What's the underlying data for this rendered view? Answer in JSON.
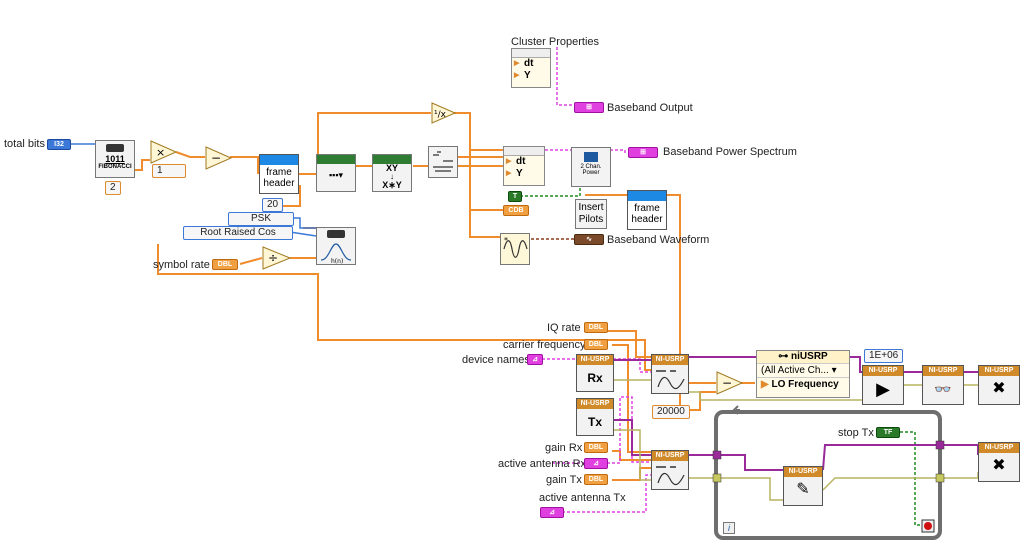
{
  "labels": {
    "total_bits": "total bits",
    "symbol_rate": "symbol rate",
    "cluster_properties": "Cluster Properties",
    "baseband_output": "Baseband Output",
    "baseband_power_spectrum": "Baseband Power Spectrum",
    "baseband_waveform": "Baseband Waveform",
    "iq_rate": "IQ rate",
    "carrier_frequency": "carrier frequency",
    "device_names": "device names",
    "gain_rx": "gain Rx",
    "active_antenna_rx": "active antenna Rx",
    "gain_tx": "gain Tx",
    "active_antenna_tx": "active antenna Tx",
    "stop_tx": "stop Tx"
  },
  "terminals": {
    "i32": "I32",
    "dbl": "DBL",
    "cdb": "CDB",
    "tf": "TF",
    "bool_t": "T"
  },
  "constants": {
    "two": "2",
    "one": "1",
    "twenty": "20",
    "psk": "PSK",
    "root_raised_cos": "Root Raised Cos",
    "twenty_thousand": "20000",
    "one_e6": "1E+06"
  },
  "nodes": {
    "fibonacci_top": "1011",
    "fibonacci_bottom": "FIBONACCI",
    "frame_header_1": "frame\nheader",
    "frame_header_2": "frame\nheader",
    "recip": "¹/x",
    "xy_top": "XY",
    "xy_bottom": "X∗Y",
    "dt": "dt",
    "y": "Y",
    "insert_pilots": "Insert\nPilots",
    "two_chan_power": "2 Chan. Power",
    "niusrp_prop_title": "niUSRP",
    "niusrp_prop_channel": "(All Active Ch...",
    "niusrp_prop_lo": "LO Frequency",
    "usrp_header": "NI-USRP",
    "rx": "Rx",
    "tx": "Tx",
    "info": "i"
  },
  "colors": {
    "wire_dbl": "#f08c2c",
    "wire_string": "#e040e0",
    "wire_bool": "#1e8a1e",
    "wire_int": "#3c78d8",
    "wire_cluster": "#a0522d",
    "wire_usrp": "#8a1e8a",
    "wire_error": "#c8c860"
  }
}
